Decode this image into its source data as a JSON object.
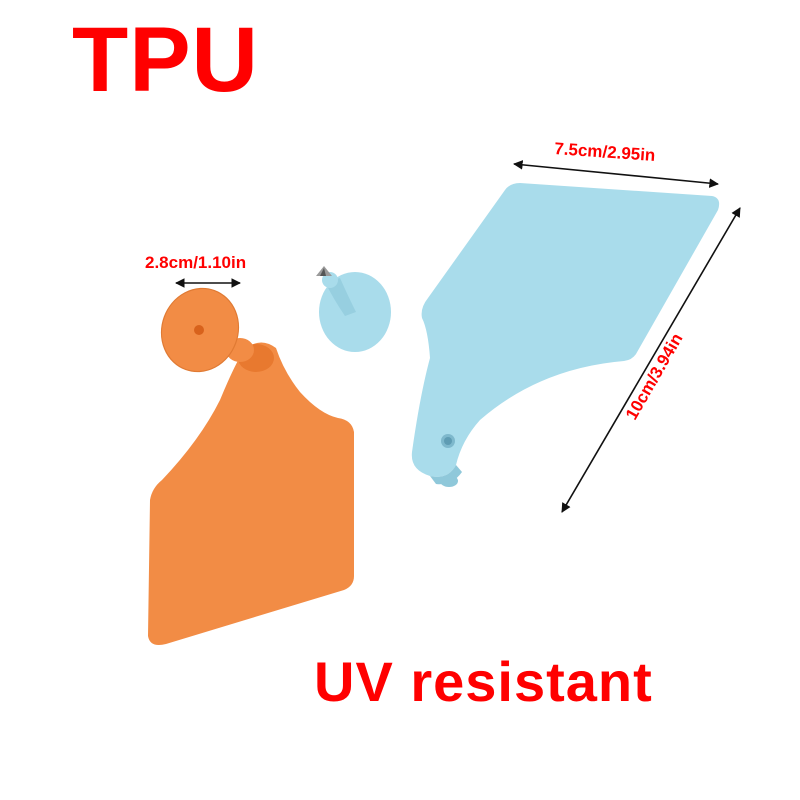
{
  "title": "TPU",
  "subtitle": "UV resistant",
  "dimensions": {
    "width_large_tag": "7.5cm/2.95in",
    "height_large_tag": "10cm/3.94in",
    "button_diameter": "2.8cm/1.10in"
  },
  "products": [
    {
      "name": "orange-ear-tag",
      "color": "#f28c45"
    },
    {
      "name": "blue-ear-tag",
      "color": "#a8dcea"
    },
    {
      "name": "blue-button-stud",
      "color": "#a8dcea"
    }
  ],
  "colors": {
    "text_accent": "#ff0000",
    "orange": "#f28c45",
    "blue": "#a8dcea",
    "arrow": "#111111"
  }
}
